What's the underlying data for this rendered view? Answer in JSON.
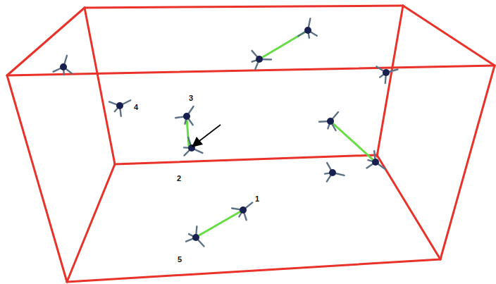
{
  "diagram": {
    "labels": [
      "3",
      "4",
      "2",
      "1",
      "5"
    ]
  }
}
